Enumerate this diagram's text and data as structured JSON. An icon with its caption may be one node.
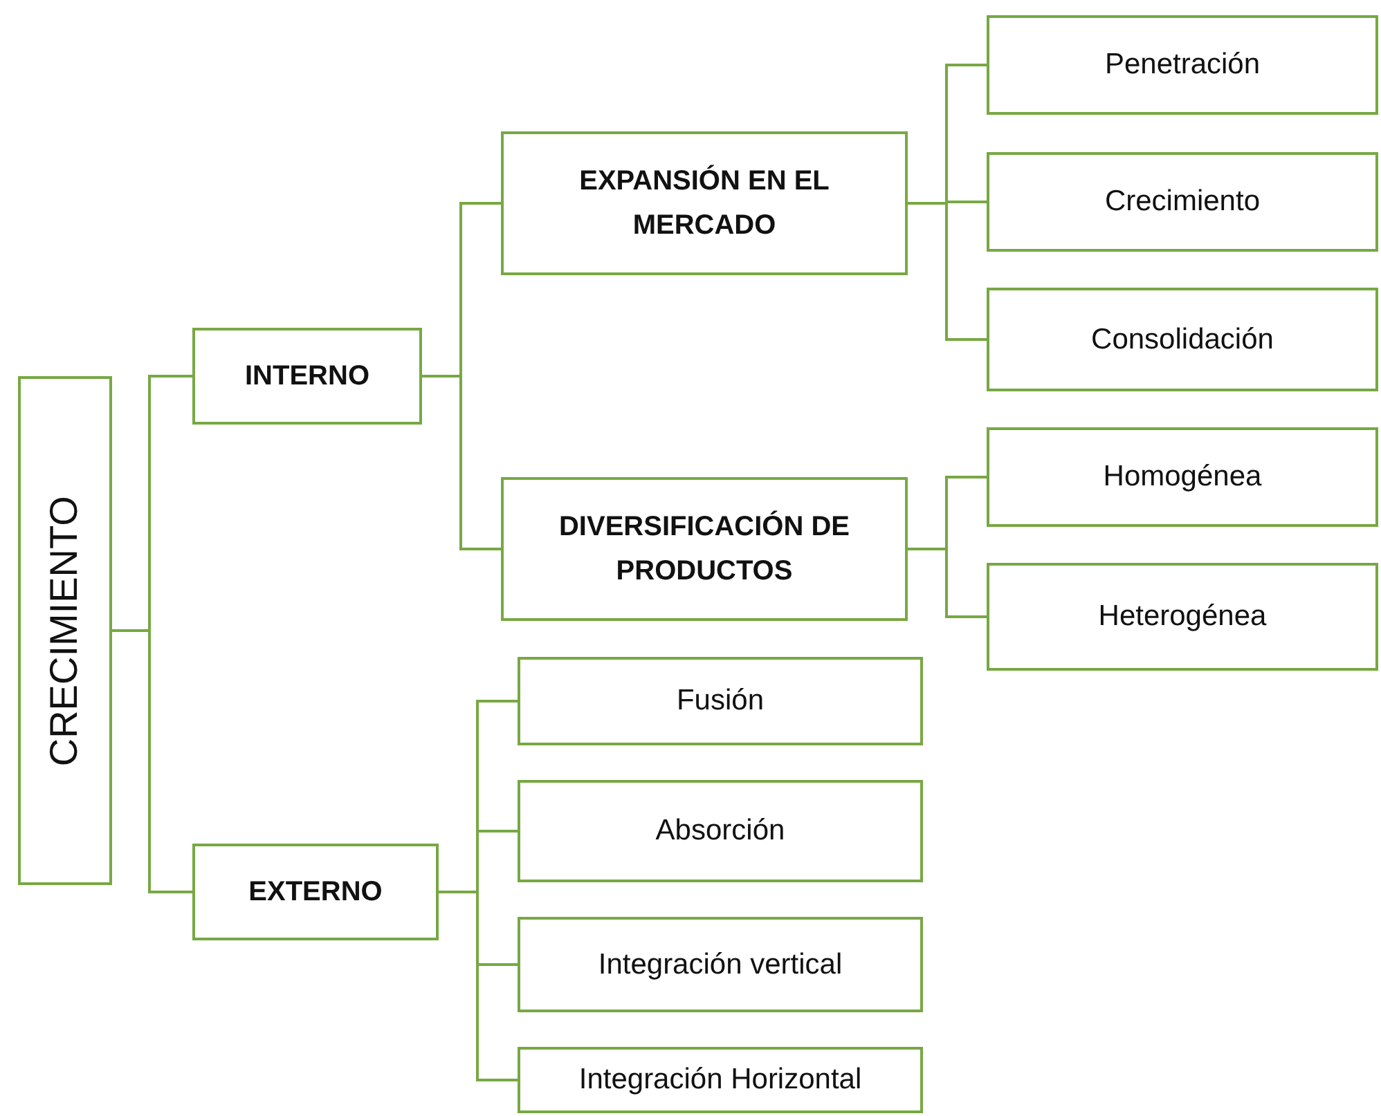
{
  "diagram": {
    "nodes": [
      {
        "text": [
          "CRECIMIENTO"
        ]
      },
      {
        "text": [
          "INTERNO"
        ]
      },
      {
        "text": [
          "EXTERNO"
        ]
      },
      {
        "text": [
          "EXPANSIÓN EN EL MERCADO"
        ]
      },
      {
        "text": [
          "DIVERSIFICACIÓN DE PRODUCTOS"
        ]
      },
      {
        "text": [
          "Penetración"
        ]
      },
      {
        "text": [
          "Crecimiento"
        ]
      },
      {
        "text": [
          "Consolidación"
        ]
      },
      {
        "text": [
          "Homogénea"
        ]
      },
      {
        "text": [
          "Heterogénea"
        ]
      },
      {
        "text": [
          "Fusión"
        ]
      },
      {
        "text": [
          "Absorción"
        ]
      },
      {
        "text": [
          "Integración vertical"
        ]
      },
      {
        "text": [
          "Integración Horizontal"
        ]
      }
    ],
    "edges": [
      {
        "from": 0,
        "to": 1,
        "arrow": "none"
      },
      {
        "from": 0,
        "to": 2,
        "arrow": "none"
      },
      {
        "from": 1,
        "to": 3,
        "arrow": "none"
      },
      {
        "from": 1,
        "to": 4,
        "arrow": "none"
      },
      {
        "from": 3,
        "to": 5,
        "arrow": "none"
      },
      {
        "from": 3,
        "to": 6,
        "arrow": "none"
      },
      {
        "from": 3,
        "to": 7,
        "arrow": "none"
      },
      {
        "from": 4,
        "to": 8,
        "arrow": "none"
      },
      {
        "from": 4,
        "to": 9,
        "arrow": "none"
      },
      {
        "from": 2,
        "to": 10,
        "arrow": "none"
      },
      {
        "from": 2,
        "to": 11,
        "arrow": "none"
      },
      {
        "from": 2,
        "to": 12,
        "arrow": "none"
      },
      {
        "from": 2,
        "to": 13,
        "arrow": "none"
      }
    ]
  }
}
